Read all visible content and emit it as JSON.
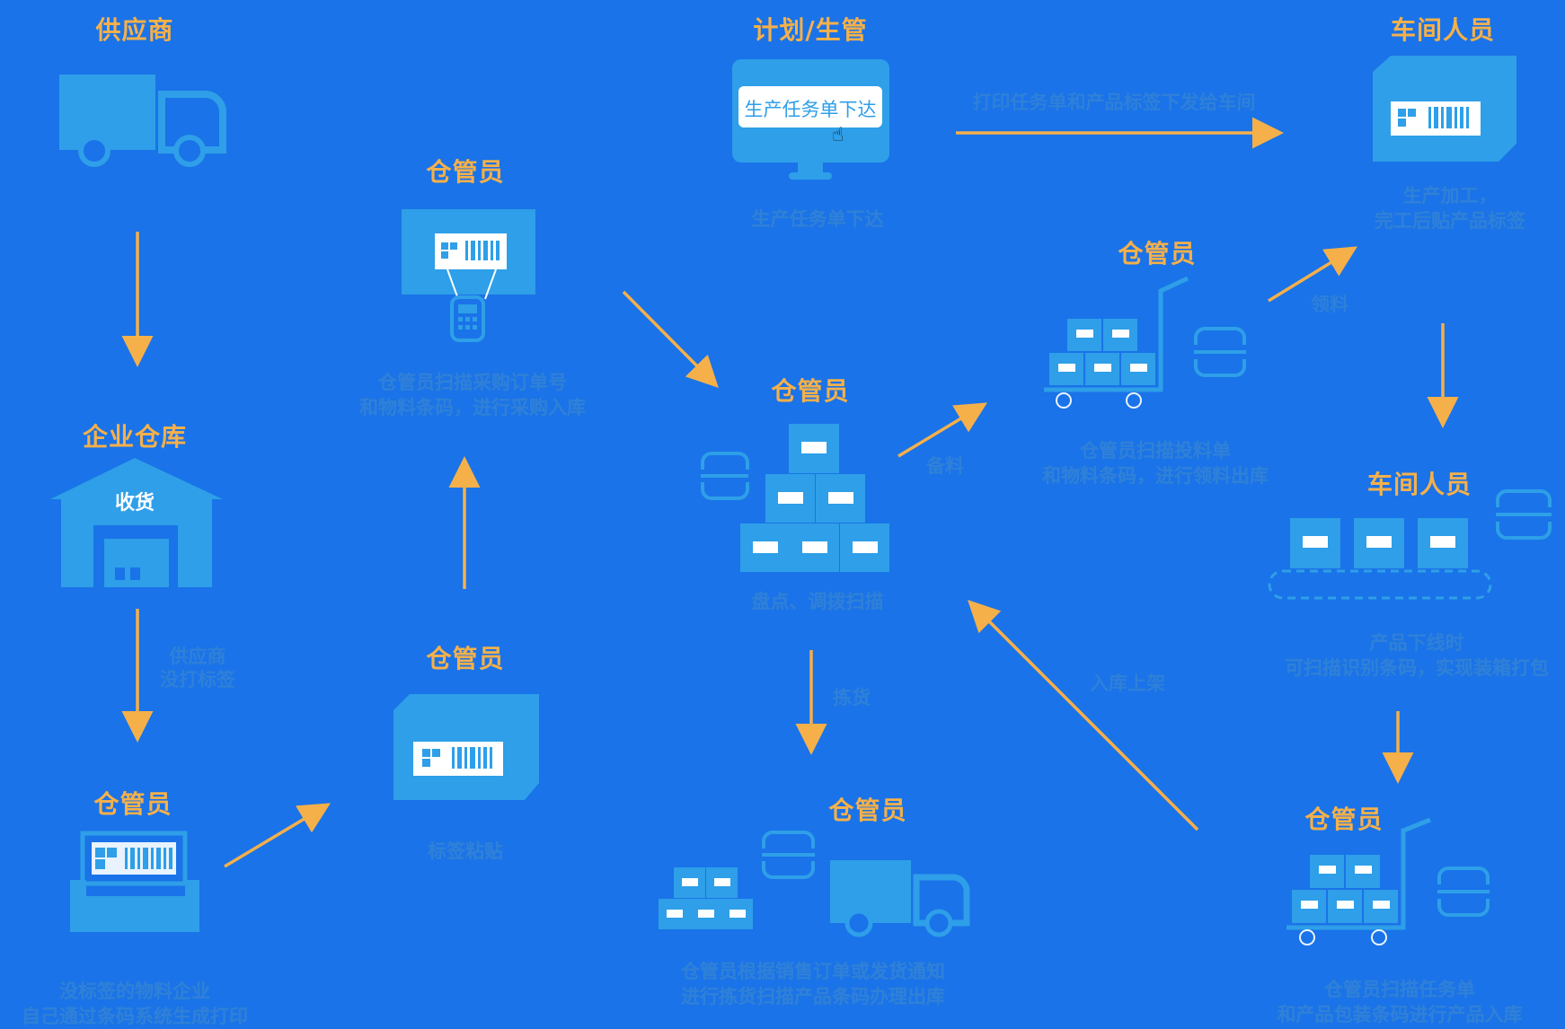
{
  "roles": {
    "supplier": "供应商",
    "warehouse": "企业仓库",
    "wm_label": "仓管员",
    "wm_attach": "仓管员",
    "wm_scan_po": "仓管员",
    "planning": "计划/生管",
    "wm_inventory": "仓管员",
    "wm_pick": "仓管员",
    "wm_issue": "仓管员",
    "workshop_top": "车间人员",
    "workshop_mid": "车间人员",
    "wm_receipt": "仓管员"
  },
  "inner_text": {
    "receive": "收货",
    "monitor_button": "生产任务单下达"
  },
  "captions": {
    "label_print": [
      "没标签的物料企业",
      "自己通过条码系统生成打印"
    ],
    "label_attach": [
      "标签粘贴"
    ],
    "scan_po": [
      "仓管员扫描采购订单号",
      "和物料条码，进行采购入库"
    ],
    "task_issue": [
      "生产任务单下达"
    ],
    "inventory": [
      "盘点、调拨扫描"
    ],
    "shipment": [
      "仓管员根据销售订单或发货通知",
      "进行拣货扫描产品条码办理出库"
    ],
    "issue_material": [
      "仓管员扫描投料单",
      "和物料条码，进行领料出库"
    ],
    "production": [
      "生产加工，",
      "完工后贴产品标签"
    ],
    "offline": [
      "产品下线时",
      "可扫描识别条码，实现装箱打包"
    ],
    "receipt": [
      "仓管员扫描任务单",
      "和产品包装条码进行产品入库"
    ]
  },
  "flow_labels": {
    "supplier_print": [
      "供应商",
      "没打标签"
    ],
    "stock_prep": [
      "备料"
    ],
    "picking": [
      "拣货"
    ],
    "put_away": [
      "入库上架"
    ],
    "collect": [
      "领料"
    ],
    "print_send": [
      "打印任务单和产品标签下发给车间"
    ]
  },
  "colors": {
    "background": "#1a73e8",
    "icon_fill": "#2e9fe8",
    "accent": "#f5b04a",
    "caption": "#2f80d9"
  },
  "icons": [
    "truck-icon",
    "warehouse-icon",
    "label-printer-icon",
    "labeled-box-icon",
    "barcode-scanner-icon",
    "monitor-icon",
    "box-stack-icon",
    "cart-icon",
    "production-line-icon"
  ]
}
